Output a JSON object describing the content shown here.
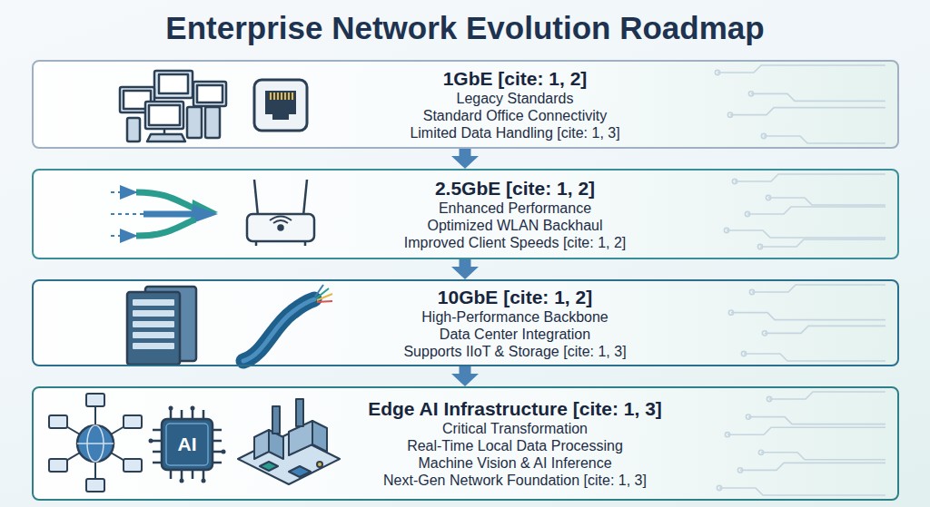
{
  "diagram": {
    "title": "Enterprise Network Evolution Roadmap",
    "nodes": [
      {
        "text": [
          "1GbE [cite: 1, 2]",
          "Legacy Standards",
          "Standard Office Connectivity",
          "Limited Data Handling [cite: 1, 3]"
        ]
      },
      {
        "text": [
          "2.5GbE [cite: 1, 2]",
          "Enhanced Performance",
          "Optimized WLAN Backhaul",
          "Improved Client Speeds [cite: 1, 2]"
        ]
      },
      {
        "text": [
          "10GbE [cite: 1, 2]",
          "High-Performance Backbone",
          "Data Center Integration",
          "Supports IIoT & Storage [cite: 1, 3]"
        ]
      },
      {
        "text": [
          "Edge AI Infrastructure [cite: 1, 3]",
          "Critical Transformation",
          "Real-Time Local Data Processing",
          "Machine Vision & AI Inference",
          "Next-Gen Network Foundation [cite: 1, 3]"
        ]
      }
    ],
    "edges": [
      {
        "from": 0,
        "to": 1,
        "arrow": "to"
      },
      {
        "from": 1,
        "to": 2,
        "arrow": "to"
      },
      {
        "from": 2,
        "to": 3,
        "arrow": "to"
      }
    ],
    "labels": [
      "AI"
    ]
  }
}
